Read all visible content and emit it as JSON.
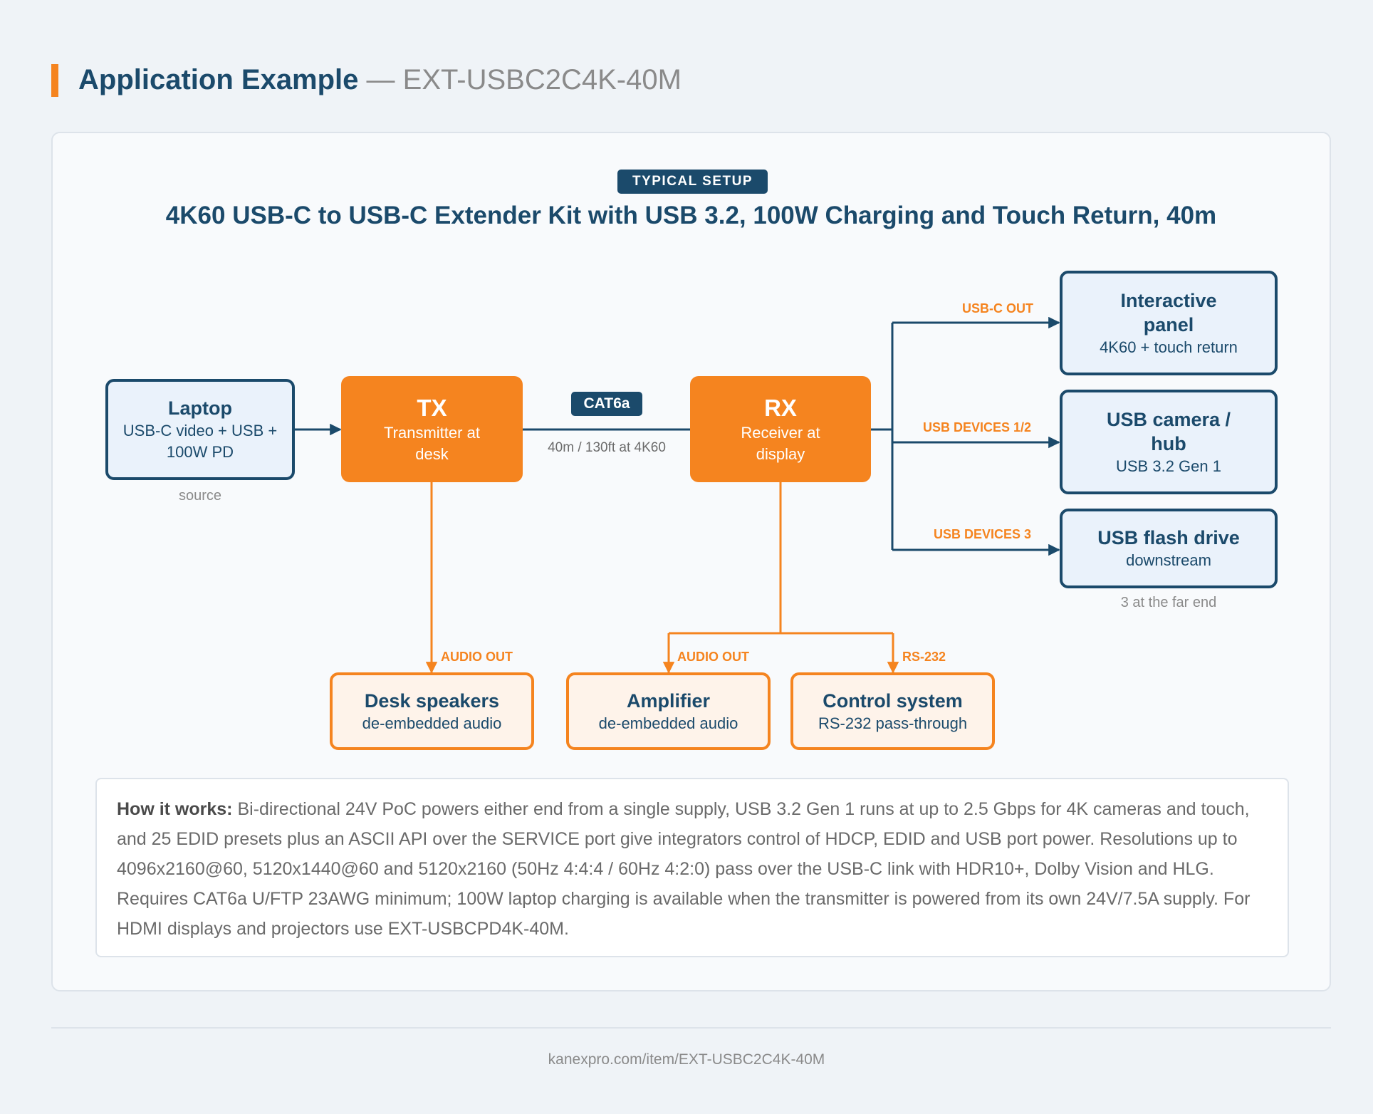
{
  "header": {
    "title": "Application Example",
    "subtitle": "— EXT-USBC2C4K-40M"
  },
  "diagram": {
    "badge": "TYPICAL SETUP",
    "title": "4K60 USB-C to USB-C Extender Kit with USB 3.2, 100W Charging and Touch Return, 40m",
    "nodes": {
      "laptop": {
        "name": "Laptop",
        "desc": "USB-C video + USB + 100W PD",
        "caption": "source"
      },
      "tx": {
        "name": "TX",
        "desc": "Transmitter at desk"
      },
      "rx": {
        "name": "RX",
        "desc": "Receiver at display"
      },
      "panel": {
        "name": "Interactive panel",
        "desc": "4K60 + touch return"
      },
      "camera": {
        "name": "USB camera / hub",
        "desc": "USB 3.2 Gen 1"
      },
      "flash": {
        "name": "USB flash drive",
        "desc": "downstream",
        "caption": "3 at the far end"
      },
      "speakers": {
        "name": "Desk speakers",
        "desc": "de-embedded audio"
      },
      "amplifier": {
        "name": "Amplifier",
        "desc": "de-embedded audio"
      },
      "control": {
        "name": "Control system",
        "desc": "RS-232 pass-through"
      }
    },
    "link": {
      "cable": "CAT6a",
      "note": "40m / 130ft at 4K60"
    },
    "ports": {
      "usbc_out": "USB-C OUT",
      "usb_devices_12": "USB DEVICES 1/2",
      "usb_devices_3": "USB DEVICES 3",
      "tx_audio_out": "AUDIO OUT",
      "rx_audio_out": "AUDIO OUT",
      "rs232": "RS-232"
    },
    "colors": {
      "navy": "#1b4a6b",
      "orange": "#f5841f"
    }
  },
  "info": {
    "lead": "How it works:",
    "body": "Bi-directional 24V PoC powers either end from a single supply, USB 3.2 Gen 1 runs at up to 2.5 Gbps for 4K cameras and touch, and 25 EDID presets plus an ASCII API over the SERVICE port give integrators control of HDCP, EDID and USB port power. Resolutions up to 4096x2160@60, 5120x1440@60 and 5120x2160 (50Hz 4:4:4 / 60Hz 4:2:0) pass over the USB-C link with HDR10+, Dolby Vision and HLG. Requires CAT6a U/FTP 23AWG minimum; 100W laptop charging is available when the transmitter is powered from its own 24V/7.5A supply. For HDMI displays and projectors use EXT-USBCPD4K-40M."
  },
  "footer": {
    "url": "kanexpro.com/item/EXT-USBC2C4K-40M"
  }
}
